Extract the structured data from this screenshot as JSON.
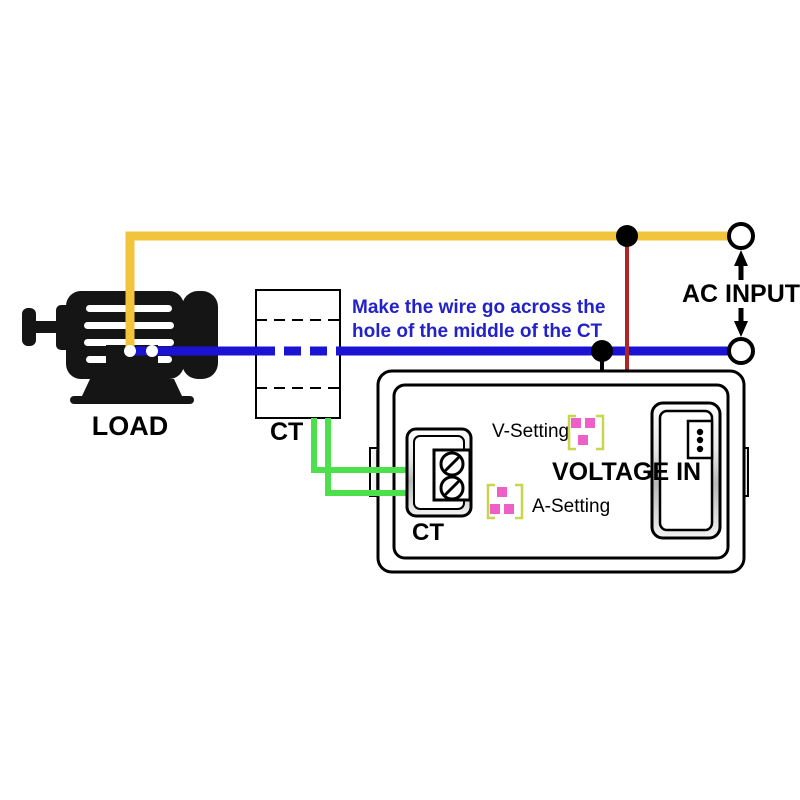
{
  "diagram": {
    "title": "AC meter wiring diagram with current transformer",
    "background_color": "#ffffff"
  },
  "colors": {
    "wire_live_yellow": "#f2c43c",
    "wire_neutral_blue": "#1a14d2",
    "wire_ct_green": "#4ce04c",
    "wire_voltage_red": "#b02424",
    "wire_black": "#000000",
    "note_blue": "#2222c8",
    "setting_bracket": "#c8d64b",
    "setting_square": "#ef5fc8",
    "body_outline": "#000000",
    "motor_body": "#151515"
  },
  "labels": {
    "load": "LOAD",
    "ct_transformer": "CT",
    "ct_terminal": "CT",
    "ac_input": "AC INPUT",
    "voltage_in": "VOLTAGE IN",
    "v_setting": "V-Setting",
    "a_setting": "A-Setting"
  },
  "note": {
    "line1": "Make the wire go across the",
    "line2": "hole of the middle of the CT"
  },
  "terminals": {
    "ac_input_top": "open-circle-terminal",
    "ac_input_bottom": "open-circle-terminal",
    "junction_yellow": "junction-dot",
    "junction_blue": "junction-dot",
    "motor_terminal_live": "motor-terminal-dot",
    "motor_terminal_neutral": "motor-terminal-dot"
  },
  "icons": {
    "v_setting_icon": "bracket-squares-icon",
    "a_setting_icon": "bracket-squares-icon",
    "ac_arrow_up": "arrow-up-icon",
    "ac_arrow_down": "arrow-down-icon",
    "screw_top": "screw-terminal-icon",
    "screw_bottom": "screw-terminal-icon",
    "connector_pins": "three-pin-connector-icon"
  }
}
